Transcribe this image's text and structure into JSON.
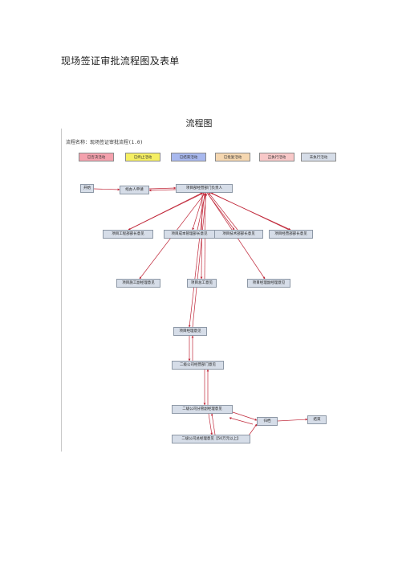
{
  "document": {
    "title": "现场签证审批流程图及表单",
    "section_caption": "流程图"
  },
  "flow": {
    "name_line": "流程名称：现场签证审批流程(1.0)",
    "legend": [
      {
        "label": "已否决活动",
        "color": "#f4a1ad"
      },
      {
        "label": "已终止活动",
        "color": "#f5ef63"
      },
      {
        "label": "已结束活动",
        "color": "#a8b8ee"
      },
      {
        "label": "已批复活动",
        "color": "#f5d7b0"
      },
      {
        "label": "正执行活动",
        "color": "#f8c8c8"
      },
      {
        "label": "未执行活动",
        "color": "#d6dde8"
      }
    ],
    "nodes": {
      "start": "开始",
      "apply": "经办人申请",
      "pm": "项目部经营部门负责人",
      "n_eng": "项目工程部部长意见",
      "n_cost": "项目成本管理部长意见",
      "n_tech": "项目技术部部长意见",
      "n_biz": "项目经营部部长意见",
      "n_deputy": "项目施工副经理意见",
      "n_chief": "项目总工意见",
      "n_mgr": "项目经理副经理意见",
      "n_proj_mgr": "项目经理意见",
      "n_sub_dept": "二级公司经营部门意见",
      "n_sub_vp": "二级公司分管副经理意见",
      "n_sub_gm": "二级公司总经理意见【50万元以上】",
      "n_archive": "归档",
      "n_end": "结束"
    }
  }
}
